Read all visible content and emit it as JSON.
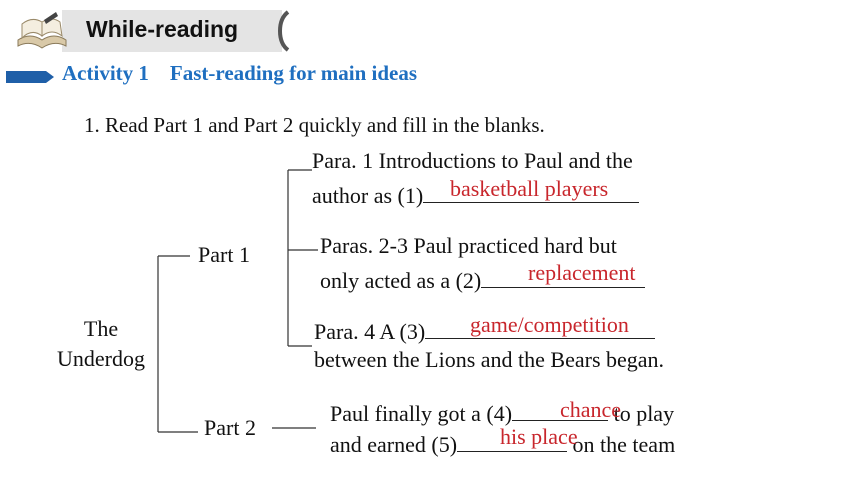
{
  "header": {
    "title": "While-reading"
  },
  "activity": {
    "number": "Activity 1",
    "title": "Fast-reading for main ideas"
  },
  "instruction": "1. Read Part 1 and Part 2 quickly and fill in the blanks.",
  "tree": {
    "root_line1": "The",
    "root_line2": "Underdog",
    "part1": "Part 1",
    "part2": "Part 2",
    "para1": {
      "line1": "Para. 1 Introductions to Paul and the",
      "line2_prefix": "author as (1)",
      "answer": "basketball players"
    },
    "para2": {
      "line1": "Paras. 2-3 Paul practiced hard but",
      "line2_prefix": "only acted as a (2)",
      "answer": "replacement"
    },
    "para4": {
      "line1_prefix": "Para. 4 A  (3)",
      "answer": "game/competition",
      "line2": "between the Lions and the Bears began."
    },
    "part2_text": {
      "line1_prefix": "Paul finally got a (4)",
      "answer4": "chance",
      "line1_suffix": " to play",
      "line2_prefix": "and earned (5)",
      "answer5": "his place",
      "line2_suffix": " on the team"
    }
  },
  "colors": {
    "activity": "#1f6fc0",
    "answer": "#c8262c",
    "arrow": "#1f5fa8"
  }
}
